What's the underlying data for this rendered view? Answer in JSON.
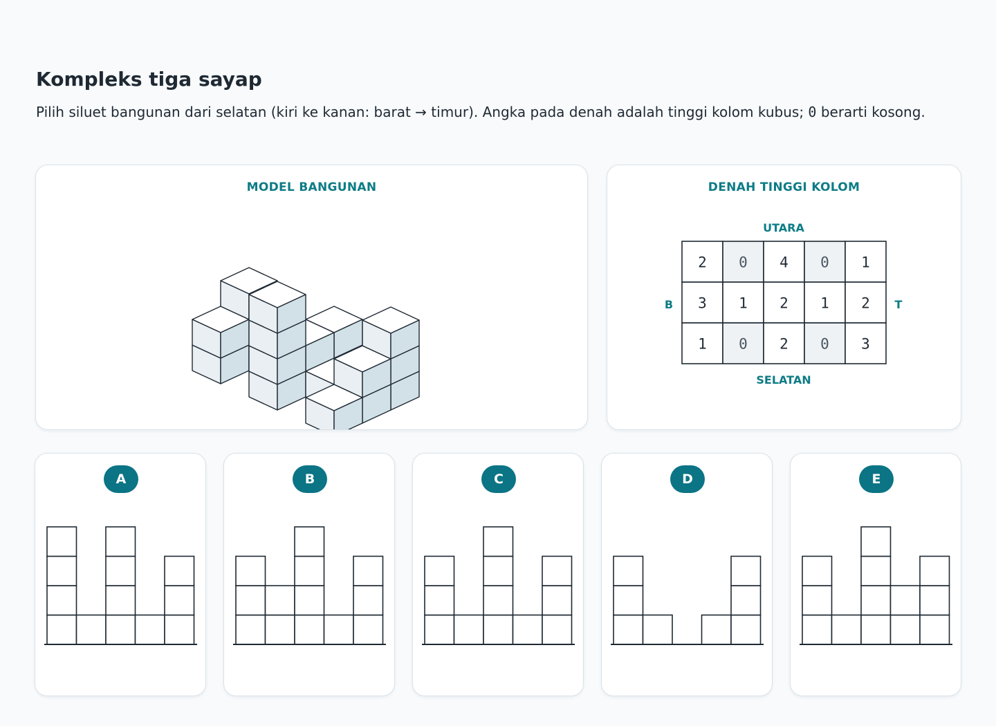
{
  "header": {
    "title": "Kompleks tiga sayap",
    "subtitle_before": "Pilih siluet bangunan dari selatan (kiri ke kanan: barat → timur). Angka pada denah adalah tinggi kolom kubus; ",
    "subtitle_zero": "0",
    "subtitle_after": " berarti kosong."
  },
  "model": {
    "title": "MODEL BANGUNAN",
    "heights": [
      [
        2,
        0,
        4,
        0,
        1
      ],
      [
        3,
        1,
        2,
        1,
        2
      ],
      [
        1,
        0,
        2,
        0,
        3
      ]
    ]
  },
  "map": {
    "title": "DENAH TINGGI KOLOM",
    "north": "UTARA",
    "south": "SELATAN",
    "west": "B",
    "east": "T",
    "grid": [
      [
        "2",
        "0",
        "4",
        "0",
        "1"
      ],
      [
        "3",
        "1",
        "2",
        "1",
        "2"
      ],
      [
        "1",
        "0",
        "2",
        "0",
        "3"
      ]
    ]
  },
  "options": [
    {
      "letter": "A",
      "columns": [
        4,
        1,
        4,
        1,
        3
      ]
    },
    {
      "letter": "B",
      "columns": [
        3,
        2,
        4,
        1,
        3
      ]
    },
    {
      "letter": "C",
      "columns": [
        3,
        1,
        4,
        1,
        3
      ]
    },
    {
      "letter": "D",
      "columns": [
        3,
        1,
        0,
        1,
        3
      ]
    },
    {
      "letter": "E",
      "columns": [
        3,
        1,
        4,
        2,
        3
      ]
    }
  ],
  "colors": {
    "accent": "#0e7c86",
    "badge": "#0b7485",
    "cube_top": "#ffffff",
    "cube_front": "#e9eff3",
    "cube_side": "#d2e1e8",
    "zero_cell": "#eef2f5"
  }
}
